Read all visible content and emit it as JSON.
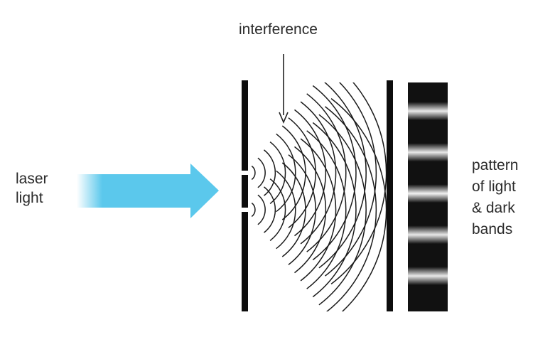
{
  "labels": {
    "interference": "interference",
    "laser": [
      "laser",
      "light"
    ],
    "pattern": [
      "pattern",
      "of light",
      "& dark",
      "bands"
    ]
  },
  "colors": {
    "laser_beam": "#5bc8ec",
    "barrier": "#0d0d0d",
    "wavefront": "#1a1a1a",
    "dark_band": "#111111",
    "light_band": "#e8e8e8"
  },
  "icons": {
    "arrow": "down-arrow-icon",
    "beam": "laser-arrow-icon"
  }
}
